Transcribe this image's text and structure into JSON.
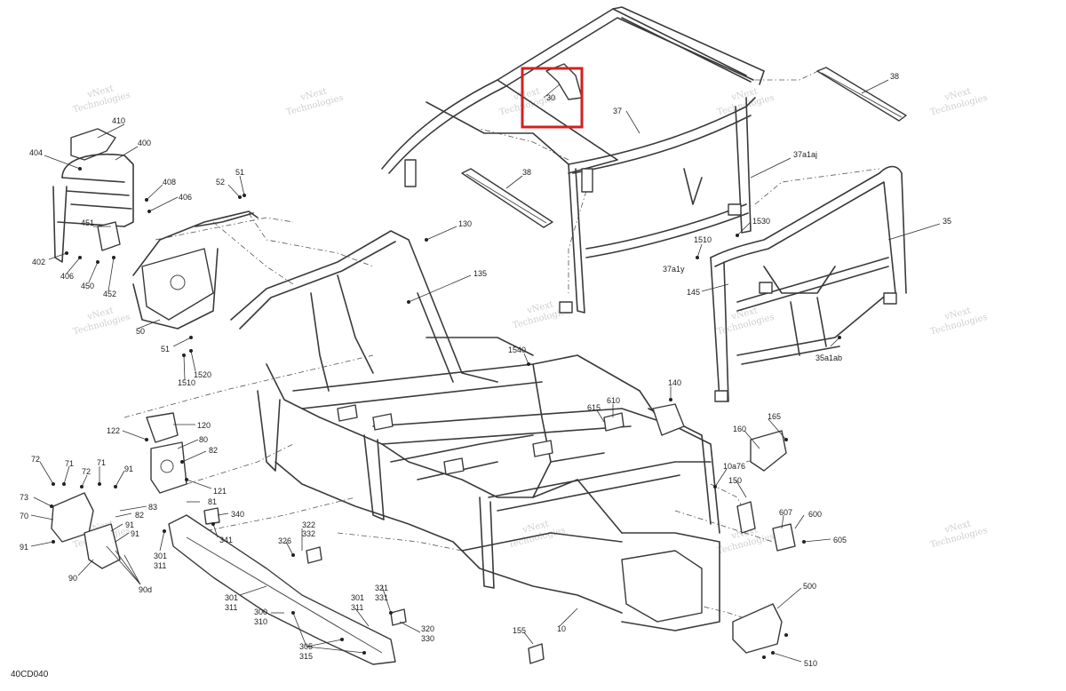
{
  "diagram_code": "40CD040",
  "watermark": {
    "line1": "vNext",
    "line2": "Technologies"
  },
  "highlight": {
    "label": "30",
    "color": "#d42020"
  },
  "labels": {
    "l30": "30",
    "l37": "37",
    "l38a": "38",
    "l38b": "38",
    "l37a1aj": "37a1aj",
    "l35": "35",
    "l1530": "1530",
    "l1510a": "1510",
    "l37a1y": "37a1y",
    "l145": "145",
    "l35a1ab": "35a1ab",
    "l410": "410",
    "l400": "400",
    "l404": "404",
    "l408": "408",
    "l406a": "406",
    "l51a": "51",
    "l52": "52",
    "l451": "451",
    "l402": "402",
    "l406b": "406",
    "l450": "450",
    "l452": "452",
    "l50": "50",
    "l51b": "51",
    "l1520": "1520",
    "l1510b": "1510",
    "l130": "130",
    "l135": "135",
    "l1540": "1540",
    "l140": "140",
    "l610": "610",
    "l615": "615",
    "l165": "165",
    "l160": "160",
    "l10a76": "10a76",
    "l150": "150",
    "l607": "607",
    "l600": "600",
    "l605": "605",
    "l500": "500",
    "l510": "510",
    "l10": "10",
    "l155": "155",
    "l120": "120",
    "l122": "122",
    "l80": "80",
    "l82a": "82",
    "l121": "121",
    "l72a": "72",
    "l71a": "71",
    "l72b": "72",
    "l71b": "71",
    "l91a": "91",
    "l73": "73",
    "l83": "83",
    "l81": "81",
    "l70": "70",
    "l82b": "82",
    "l91b": "91",
    "l91c": "91",
    "l91d": "91",
    "l90": "90",
    "l90d": "90d",
    "l340": "340",
    "l341": "341",
    "l301a": "301",
    "l311a": "311",
    "l326": "326",
    "l322": "322",
    "l332": "332",
    "l301b": "301",
    "l311b": "311",
    "l300": "300",
    "l310": "310",
    "l301c": "301",
    "l311c": "311",
    "l321": "321",
    "l331": "331",
    "l320": "320",
    "l330": "330",
    "l305": "305",
    "l315": "315"
  }
}
